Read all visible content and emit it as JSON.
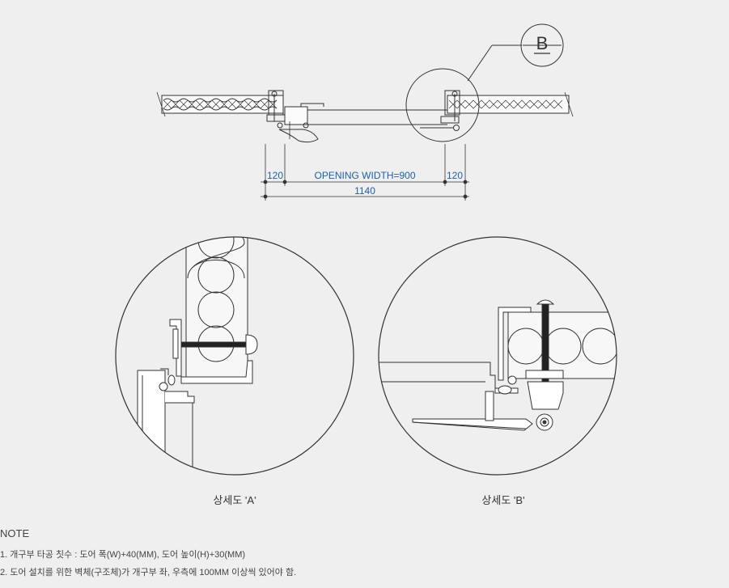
{
  "plan": {
    "callout_label": "B",
    "dim_left": "120",
    "dim_center": "OPENING WIDTH=900",
    "dim_right": "120",
    "dim_total": "1140"
  },
  "details": {
    "caption_a": "상세도 'A'",
    "caption_b": "상세도 'B'"
  },
  "notes": {
    "title": "NOTE",
    "items": [
      "1. 개구부 타공 칫수 : 도어 폭(W)+40(MM), 도어 높이(H)+30(MM)",
      "2. 도어 설치를 위한 벽체(구조체)가 개구부 좌, 우측에 100MM 이상씩 있어야 함."
    ]
  },
  "colors": {
    "line": "#333333",
    "dimension_text": "#1f5fa8",
    "background": "#efefef"
  }
}
